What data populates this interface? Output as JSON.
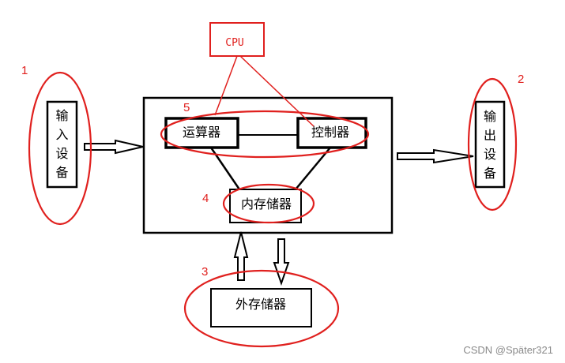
{
  "nodes": {
    "input": {
      "chars": [
        "输",
        "入",
        "设",
        "备"
      ],
      "number": "1"
    },
    "output": {
      "chars": [
        "输",
        "出",
        "设",
        "备"
      ],
      "number": "2"
    },
    "alu": {
      "label": "运算器"
    },
    "control": {
      "label": "控制器"
    },
    "memory": {
      "label": "内存储器",
      "number": "4"
    },
    "external": {
      "label": "外存储器",
      "number": "3"
    },
    "cpu": {
      "label": "CPU",
      "number": "5"
    }
  },
  "watermark": "CSDN @Später321",
  "colors": {
    "annotation": "#e0201e",
    "line": "#000000",
    "background": "#ffffff"
  }
}
